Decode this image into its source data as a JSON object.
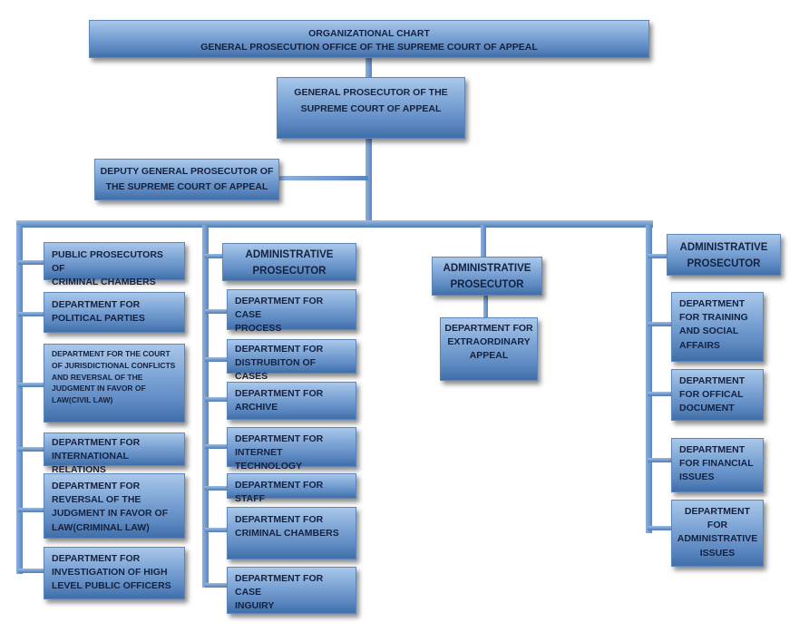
{
  "header": {
    "line1": "ORGANIZATIONAL CHART",
    "line2": "GENERAL PROSECUTION OFFICE OF THE SUPREME COURT OF APPEAL"
  },
  "general_prosecutor": {
    "line1": "GENERAL PROSECUTOR OF THE",
    "line2": "SUPREME COURT OF APPEAL"
  },
  "deputy": {
    "line1": "DEPUTY GENERAL PROSECUTOR OF",
    "line2": "THE SUPREME COURT OF APPEAL"
  },
  "column1": [
    {
      "lines": [
        "PUBLIC PROSECUTORS OF",
        "CRIMINAL CHAMBERS"
      ]
    },
    {
      "lines": [
        "DEPARTMENT FOR",
        "POLITICAL PARTIES"
      ]
    },
    {
      "lines": [
        "DEPARTMENT  FOR  THE COURT",
        "OF JURISDICTIONAL  CONFLICTS",
        "AND REVERSAL  OF  THE",
        "JUDGMENT IN FAVOR OF",
        "LAW(CIVIL LAW)"
      ]
    },
    {
      "lines": [
        "DEPARTMENT FOR",
        "INTERNATIONAL RELATIONS"
      ]
    },
    {
      "lines": [
        "DEPARTMENT FOR",
        "REVERSAL OF THE",
        "JUDGMENT IN FAVOR OF",
        "LAW(CRIMINAL LAW)"
      ]
    },
    {
      "lines": [
        "DEPARTMENT FOR",
        "INVESTIGATION OF HIGH",
        "LEVEL PUBLIC OFFICERS"
      ]
    }
  ],
  "column2": {
    "head": [
      "ADMINISTRATIVE",
      "PROSECUTOR"
    ],
    "items": [
      {
        "lines": [
          "DEPARTMENT FOR CASE",
          "PROCESS"
        ]
      },
      {
        "lines": [
          "DEPARTMENT FOR",
          "DISTRUBITON OF CASES"
        ]
      },
      {
        "lines": [
          "DEPARTMENT FOR",
          "ARCHIVE"
        ]
      },
      {
        "lines": [
          "DEPARTMENT FOR",
          "INTERNET TECHNOLOGY"
        ]
      },
      {
        "lines": [
          "DEPARTMENT FOR STAFF"
        ]
      },
      {
        "lines": [
          "DEPARTMENT FOR",
          "CRIMINAL CHAMBERS"
        ]
      },
      {
        "lines": [
          "DEPARTMENT FOR CASE",
          "INGUIRY"
        ]
      }
    ]
  },
  "column3": {
    "head": [
      "ADMINISTRATIVE",
      "PROSECUTOR"
    ],
    "items": [
      {
        "lines": [
          "DEPARTMENT FOR",
          "EXTRAORDINARY",
          "APPEAL"
        ]
      }
    ]
  },
  "column4": {
    "head": [
      "ADMINISTRATIVE",
      "PROSECUTOR"
    ],
    "items": [
      {
        "lines": [
          "DEPARTMENT",
          "FOR TRAINING",
          "AND SOCIAL",
          "AFFAIRS"
        ]
      },
      {
        "lines": [
          "DEPARTMENT",
          "FOR OFFICAL",
          "DOCUMENT"
        ]
      },
      {
        "lines": [
          "DEPARTMENT",
          "FOR FINANCIAL",
          "ISSUES"
        ]
      },
      {
        "lines": [
          "DEPARTMENT",
          "FOR",
          "ADMINISTRATIVE",
          "ISSUES"
        ]
      }
    ]
  }
}
